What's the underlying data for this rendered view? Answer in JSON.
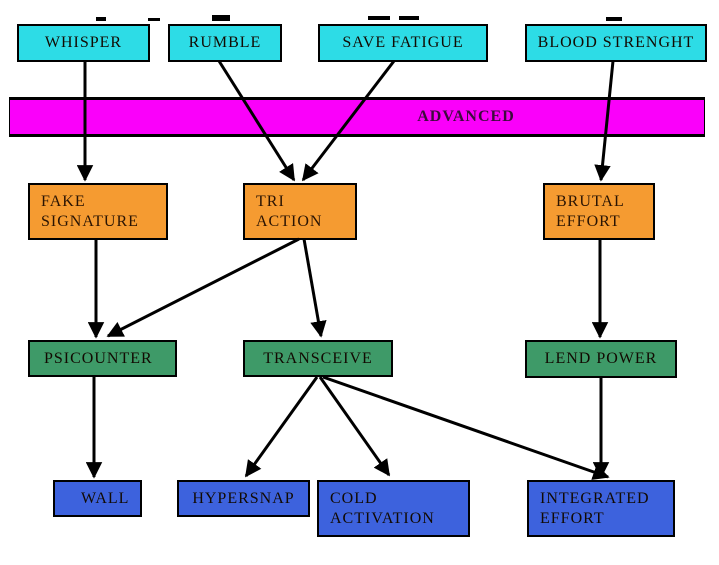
{
  "nodes": {
    "whisper": {
      "label": "WHISPER",
      "color": "#2ddce6"
    },
    "rumble": {
      "label": "RUMBLE",
      "color": "#2ddce6"
    },
    "save_fatigue": {
      "label": "SAVE FATIGUE",
      "color": "#2ddce6"
    },
    "blood_strenght": {
      "label": "BLOOD STRENGHT",
      "color": "#2ddce6"
    },
    "advanced_bar": {
      "label": "ADVANCED",
      "color": "#fa00fa"
    },
    "fake_signature": {
      "label": "FAKE\nSIGNATURE",
      "color": "#f59b31"
    },
    "tri_action": {
      "label": "TRI\nACTION",
      "color": "#f59b31"
    },
    "brutal_effort": {
      "label": "BRUTAL\nEFFORT",
      "color": "#f59b31"
    },
    "psicounter": {
      "label": "PSICOUNTER",
      "color": "#3e9a68"
    },
    "transceive": {
      "label": "TRANSCEIVE",
      "color": "#3e9a68"
    },
    "lend_power": {
      "label": "LEND POWER",
      "color": "#3e9a68"
    },
    "wall": {
      "label": "WALL",
      "color": "#3d62dd"
    },
    "hypersnap": {
      "label": "HYPERSNAP",
      "color": "#3d62dd"
    },
    "cold_activation": {
      "label": "COLD\nACTIVATION",
      "color": "#3d62dd"
    },
    "integrated_effort": {
      "label": "INTEGRATED\nEFFORT",
      "color": "#3d62dd"
    }
  },
  "edges": [
    {
      "from": "WHISPER",
      "to": "FAKE SIGNATURE"
    },
    {
      "from": "RUMBLE",
      "to": "TRI ACTION"
    },
    {
      "from": "SAVE FATIGUE",
      "to": "TRI ACTION"
    },
    {
      "from": "BLOOD STRENGHT",
      "to": "BRUTAL EFFORT"
    },
    {
      "from": "FAKE SIGNATURE",
      "to": "PSICOUNTER"
    },
    {
      "from": "TRI ACTION",
      "to": "PSICOUNTER"
    },
    {
      "from": "TRI ACTION",
      "to": "TRANSCEIVE"
    },
    {
      "from": "BRUTAL EFFORT",
      "to": "LEND POWER"
    },
    {
      "from": "PSICOUNTER",
      "to": "WALL"
    },
    {
      "from": "TRANSCEIVE",
      "to": "HYPERSNAP"
    },
    {
      "from": "TRANSCEIVE",
      "to": "COLD ACTIVATION"
    },
    {
      "from": "TRANSCEIVE",
      "to": "INTEGRATED EFFORT"
    },
    {
      "from": "LEND POWER",
      "to": "INTEGRATED EFFORT"
    }
  ],
  "colors": {
    "tier1_cyan": "#2ddce6",
    "band_magenta": "#fa00fa",
    "band_text": "#3d0b3d",
    "tier2_orange": "#f59b31",
    "tier3_green": "#3e9a68",
    "tier4_blue": "#3d62dd",
    "arrow": "#000000",
    "background": "#ffffff"
  }
}
